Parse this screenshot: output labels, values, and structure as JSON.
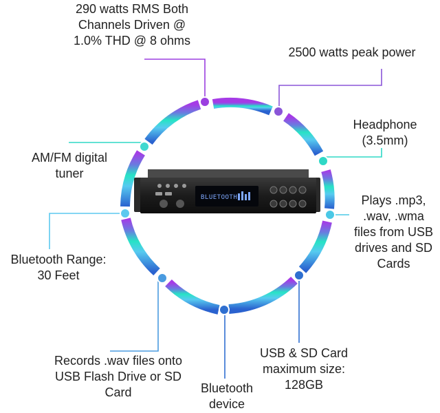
{
  "features": {
    "rms_power": "290 watts RMS Both\nChannels Driven @\n1.0% THD @ 8 ohms",
    "peak_power": "2500 watts peak power",
    "headphone": "Headphone\n(3.5mm)",
    "tuner": "AM/FM digital\ntuner",
    "plays_files": "Plays .mp3,\n.wav, .wma\nfiles from USB\ndrives and SD\nCards",
    "bt_range": "Bluetooth Range:\n30 Feet",
    "records": "Records .wav files onto\nUSB Flash Drive or SD\nCard",
    "bt_device": "Bluetooth\ndevice",
    "usb_sd": "USB & SD Card\nmaximum size:\n128GB"
  },
  "device": {
    "display_text": "BLUETOOTH"
  },
  "colors": {
    "purple": "#9b3fe0",
    "teal": "#2fd8c6",
    "light_blue": "#5cc9ef",
    "blue": "#2f6fd0"
  }
}
